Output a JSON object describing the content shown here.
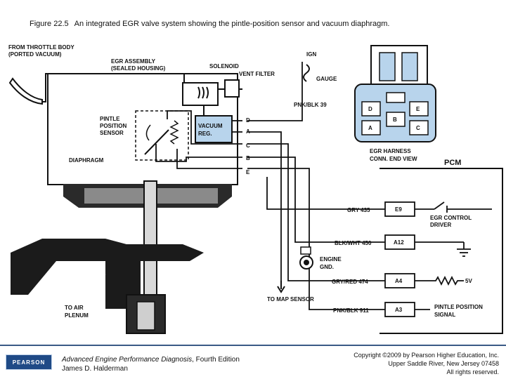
{
  "caption": {
    "figure_no": "Figure 22.5",
    "text": "An integrated EGR valve system showing the pintle-position sensor and vacuum diaphragm."
  },
  "labels": {
    "from_throttle_1": "FROM THROTTLE BODY",
    "from_throttle_2": "(PORTED VACUUM)",
    "egr_assembly_1": "EGR ASSEMBLY",
    "egr_assembly_2": "(SEALED HOUSING)",
    "solenoid": "SOLENOID",
    "vent_filter": "VENT FILTER",
    "ign": "IGN",
    "gauge": "GAUGE",
    "pnk_blk_39": "PNK/BLK 39",
    "pintle_1": "PINTLE",
    "pintle_2": "POSITION",
    "pintle_3": "SENSOR",
    "vacuum_reg_1": "VACUUM",
    "vacuum_reg_2": "REG.",
    "diaphragm": "DIAPHRAGM",
    "egr_harness_1": "EGR HARNESS",
    "egr_harness_2": "CONN. END VIEW",
    "pcm": "PCM",
    "egr_control_1": "EGR CONTROL",
    "egr_control_2": "DRIVER",
    "engine_gnd_1": "ENGINE",
    "engine_gnd_2": "GND.",
    "five_v": "5V",
    "to_map": "TO MAP SENSOR",
    "to_air_1": "TO AIR",
    "to_air_2": "PLENUM",
    "pintle_signal_1": "PINTLE POSITION",
    "pintle_signal_2": "SIGNAL"
  },
  "pins": {
    "d": "D",
    "a": "A",
    "c": "C",
    "b": "B",
    "e": "E"
  },
  "connector_pins": {
    "d": "D",
    "e": "E",
    "b": "B",
    "a": "A",
    "c": "C"
  },
  "pcm_terminals": [
    {
      "wire": "GRY 435",
      "terminal": "E9"
    },
    {
      "wire": "BLK/WHT 450",
      "terminal": "A12"
    },
    {
      "wire": "GRY/RED 474",
      "terminal": "A4"
    },
    {
      "wire": "PNK/BLK 911",
      "terminal": "A3"
    }
  ],
  "footer": {
    "logo": "PEARSON",
    "book_title": "Advanced Engine Performance Diagnosis",
    "book_edition": ", Fourth Edition",
    "author": "James D. Halderman",
    "copyright_1": "Copyright ©2009 by Pearson Higher Education, Inc.",
    "copyright_2": "Upper Saddle River, New Jersey 07458",
    "copyright_3": "All rights reserved."
  },
  "colors": {
    "accent_blue": "#b8d4ec",
    "footer_rule": "#3a5a86",
    "logo_bg": "#1f4a86"
  }
}
